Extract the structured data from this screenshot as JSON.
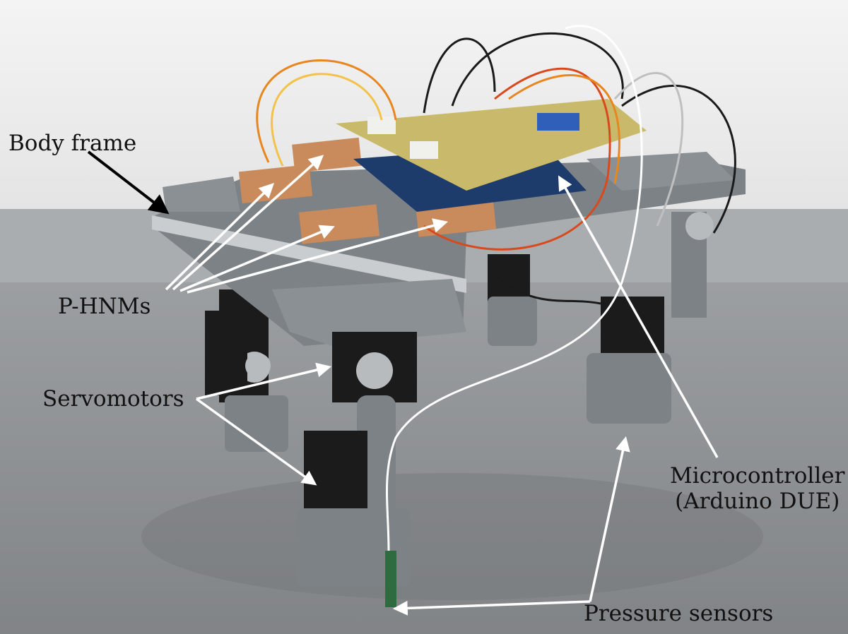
{
  "colors": {
    "wall": "#ececec",
    "baseboard": "#a9adb0",
    "floor": "#8e9295",
    "frame": "#7d8286",
    "aluminum": "#c9cdd0",
    "pcb_copper": "#c98a5c",
    "pcb_green": "#c9b96a",
    "servo": "#1b1b1b",
    "arrow_dark": "#000000",
    "arrow_light": "#ffffff"
  },
  "labels": {
    "body_frame": "Body frame",
    "phnms": "P-HNMs",
    "servomotors": "Servomotors",
    "microcontroller_line1": "Microcontroller",
    "microcontroller_line2": "(Arduino DUE)",
    "pressure_sensors": "Pressure sensors"
  }
}
